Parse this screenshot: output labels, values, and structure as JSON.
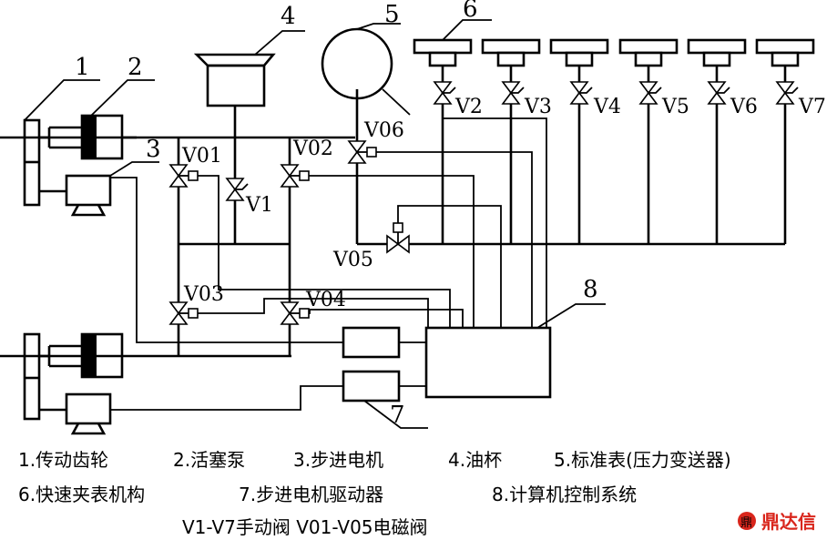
{
  "callouts": {
    "n1": "1",
    "n2": "2",
    "n3": "3",
    "n4": "4",
    "n5": "5",
    "n6": "6",
    "n7": "7",
    "n8": "8"
  },
  "valves": {
    "v01": "V01",
    "v02": "V02",
    "v03": "V03",
    "v04": "V04",
    "v05": "V05",
    "v06": "V06",
    "v1": "V1",
    "v2": "V2",
    "v3": "V3",
    "v4": "V4",
    "v5": "V5",
    "v6": "V6",
    "v7": "V7"
  },
  "legend": {
    "line1_a": "1.传动齿轮",
    "line1_b": "2.活塞泵",
    "line1_c": "3.步进电机",
    "line1_d": "4.油杯",
    "line1_e": "5.标准表(压力变送器)",
    "line2_a": "6.快速夹表机构",
    "line2_b": "7.步进电机驱动器",
    "line2_c": "8.计算机控制系统",
    "line3": "V1-V7手动阀 V01-V05电磁阀"
  },
  "watermark": {
    "text": "鼎达信",
    "color": "#d9261c"
  }
}
